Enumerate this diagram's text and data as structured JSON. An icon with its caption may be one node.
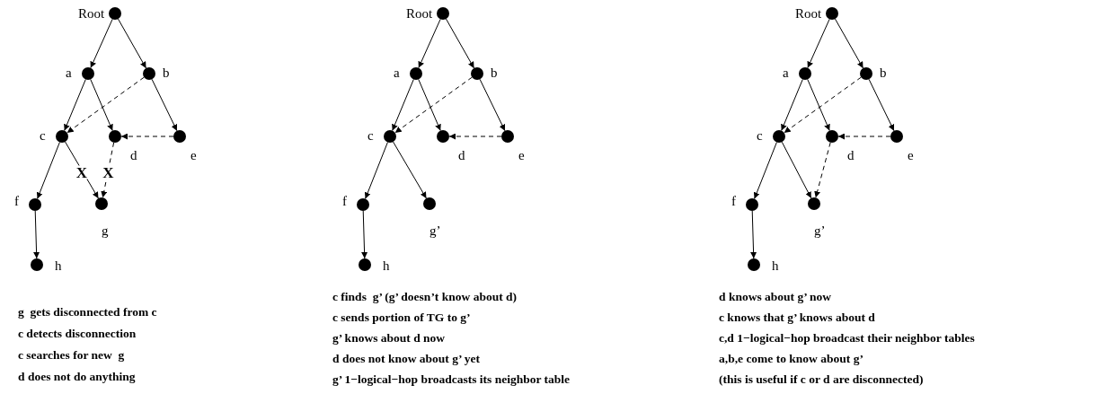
{
  "diagram": {
    "nodes": [
      {
        "text": [],
        "shape": "circle",
        "beside": [
          "Root"
        ]
      },
      {
        "text": [],
        "shape": "circle",
        "beside": [
          "a"
        ]
      },
      {
        "text": [],
        "shape": "circle",
        "beside": [
          "b"
        ]
      },
      {
        "text": [],
        "shape": "circle",
        "beside": [
          "c"
        ]
      },
      {
        "text": [],
        "shape": "circle",
        "beside": [
          "d"
        ]
      },
      {
        "text": [],
        "shape": "circle",
        "beside": [
          "e"
        ]
      },
      {
        "text": [],
        "shape": "circle",
        "beside": [
          "f"
        ]
      },
      {
        "text": [],
        "shape": "circle",
        "beside": [
          "g"
        ]
      },
      {
        "text": [],
        "shape": "circle",
        "beside": [
          "h"
        ]
      },
      {
        "text": [],
        "shape": "circle",
        "beside": [
          "Root"
        ]
      },
      {
        "text": [],
        "shape": "circle",
        "beside": [
          "a"
        ]
      },
      {
        "text": [],
        "shape": "circle",
        "beside": [
          "b"
        ]
      },
      {
        "text": [],
        "shape": "circle",
        "beside": [
          "c"
        ]
      },
      {
        "text": [],
        "shape": "circle",
        "beside": [
          "d"
        ]
      },
      {
        "text": [],
        "shape": "circle",
        "beside": [
          "e"
        ]
      },
      {
        "text": [],
        "shape": "circle",
        "beside": [
          "f"
        ]
      },
      {
        "text": [],
        "shape": "circle",
        "beside": [
          "g’"
        ]
      },
      {
        "text": [],
        "shape": "circle",
        "beside": [
          "h"
        ]
      },
      {
        "text": [],
        "shape": "circle",
        "beside": [
          "Root"
        ]
      },
      {
        "text": [],
        "shape": "circle",
        "beside": [
          "a"
        ]
      },
      {
        "text": [],
        "shape": "circle",
        "beside": [
          "b"
        ]
      },
      {
        "text": [],
        "shape": "circle",
        "beside": [
          "c"
        ]
      },
      {
        "text": [],
        "shape": "circle",
        "beside": [
          "d"
        ]
      },
      {
        "text": [],
        "shape": "circle",
        "beside": [
          "e"
        ]
      },
      {
        "text": [],
        "shape": "circle",
        "beside": [
          "f"
        ]
      },
      {
        "text": [],
        "shape": "circle",
        "beside": [
          "g’"
        ]
      },
      {
        "text": [],
        "shape": "circle",
        "beside": [
          "h"
        ]
      }
    ],
    "edges": [
      {
        "from": 0,
        "to": 1,
        "arrow": "to"
      },
      {
        "from": 0,
        "to": 2,
        "arrow": "to"
      },
      {
        "from": 1,
        "to": 3,
        "arrow": "to"
      },
      {
        "from": 1,
        "to": 4,
        "arrow": "to"
      },
      {
        "from": 2,
        "to": 5,
        "arrow": "to"
      },
      {
        "from": 2,
        "to": 3,
        "arrow": "to",
        "style": "dashed"
      },
      {
        "from": 5,
        "to": 4,
        "arrow": "to",
        "style": "dashed"
      },
      {
        "from": 3,
        "to": 6,
        "arrow": "to"
      },
      {
        "from": 6,
        "to": 8,
        "arrow": "to"
      },
      {
        "from": 3,
        "to": 7,
        "arrow": "to",
        "label": "X"
      },
      {
        "from": 4,
        "to": 7,
        "arrow": "to",
        "style": "dashed",
        "label": "X"
      },
      {
        "from": 9,
        "to": 10,
        "arrow": "to"
      },
      {
        "from": 9,
        "to": 11,
        "arrow": "to"
      },
      {
        "from": 10,
        "to": 12,
        "arrow": "to"
      },
      {
        "from": 10,
        "to": 13,
        "arrow": "to"
      },
      {
        "from": 11,
        "to": 14,
        "arrow": "to"
      },
      {
        "from": 11,
        "to": 12,
        "arrow": "to",
        "style": "dashed"
      },
      {
        "from": 14,
        "to": 13,
        "arrow": "to",
        "style": "dashed"
      },
      {
        "from": 12,
        "to": 15,
        "arrow": "to"
      },
      {
        "from": 15,
        "to": 17,
        "arrow": "to"
      },
      {
        "from": 12,
        "to": 16,
        "arrow": "to"
      },
      {
        "from": 18,
        "to": 19,
        "arrow": "to"
      },
      {
        "from": 18,
        "to": 20,
        "arrow": "to"
      },
      {
        "from": 19,
        "to": 21,
        "arrow": "to"
      },
      {
        "from": 19,
        "to": 22,
        "arrow": "to"
      },
      {
        "from": 20,
        "to": 23,
        "arrow": "to"
      },
      {
        "from": 20,
        "to": 21,
        "arrow": "to",
        "style": "dashed"
      },
      {
        "from": 23,
        "to": 22,
        "arrow": "to",
        "style": "dashed"
      },
      {
        "from": 21,
        "to": 24,
        "arrow": "to"
      },
      {
        "from": 24,
        "to": 26,
        "arrow": "to"
      },
      {
        "from": 21,
        "to": 25,
        "arrow": "to"
      },
      {
        "from": 22,
        "to": 25,
        "arrow": "to",
        "style": "dashed"
      }
    ],
    "labels": [
      "g  gets disconnected from c",
      "c detects disconnection",
      "c searches for new  g",
      "d does not do anything",
      "c finds  g’ (g’ doesn’t know about d)",
      "c sends portion of TG to g’",
      "g’ knows about d now",
      "d does not know about g’ yet",
      "g’ 1−logical−hop broadcasts its neighbor table",
      "d knows about g’ now",
      "c knows that g’ knows about d",
      "c,d 1−logical−hop broadcast their neighbor tables",
      "a,b,e come to know about g’",
      "(this is useful if c or d are disconnected)"
    ]
  }
}
